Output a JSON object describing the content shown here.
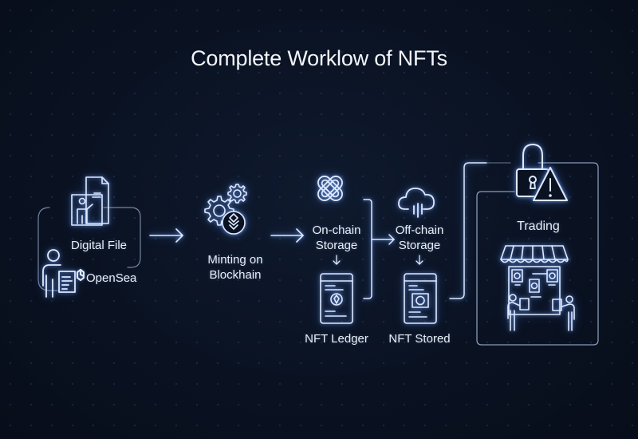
{
  "title": "Complete Worklow of NFTs",
  "colors": {
    "background": "#0a1222",
    "line": "#dfe9ff",
    "glow": "#6fa4ff",
    "frame": "#9fb4d6"
  },
  "steps": [
    {
      "id": "digital-file",
      "label": "Digital File",
      "icons": [
        "presenter-document-icon",
        "user-document-icon"
      ],
      "brand": "OpenSea"
    },
    {
      "id": "minting",
      "label_line1": "Minting on",
      "label_line2": "Blockhain",
      "icon": "gears-token-icon"
    },
    {
      "id": "on-chain",
      "label_line1": "On-chain",
      "label_line2": "Storage",
      "icon": "chain-link-icon",
      "result": "NFT Ledger"
    },
    {
      "id": "off-chain",
      "label_line1": "Off-chain",
      "label_line2": "Storage",
      "icon": "cloud-icon",
      "result": "NFT Stored"
    },
    {
      "id": "trading",
      "label": "Trading",
      "icons": [
        "lock-icon",
        "warning-icon",
        "storefront-icon"
      ]
    }
  ]
}
